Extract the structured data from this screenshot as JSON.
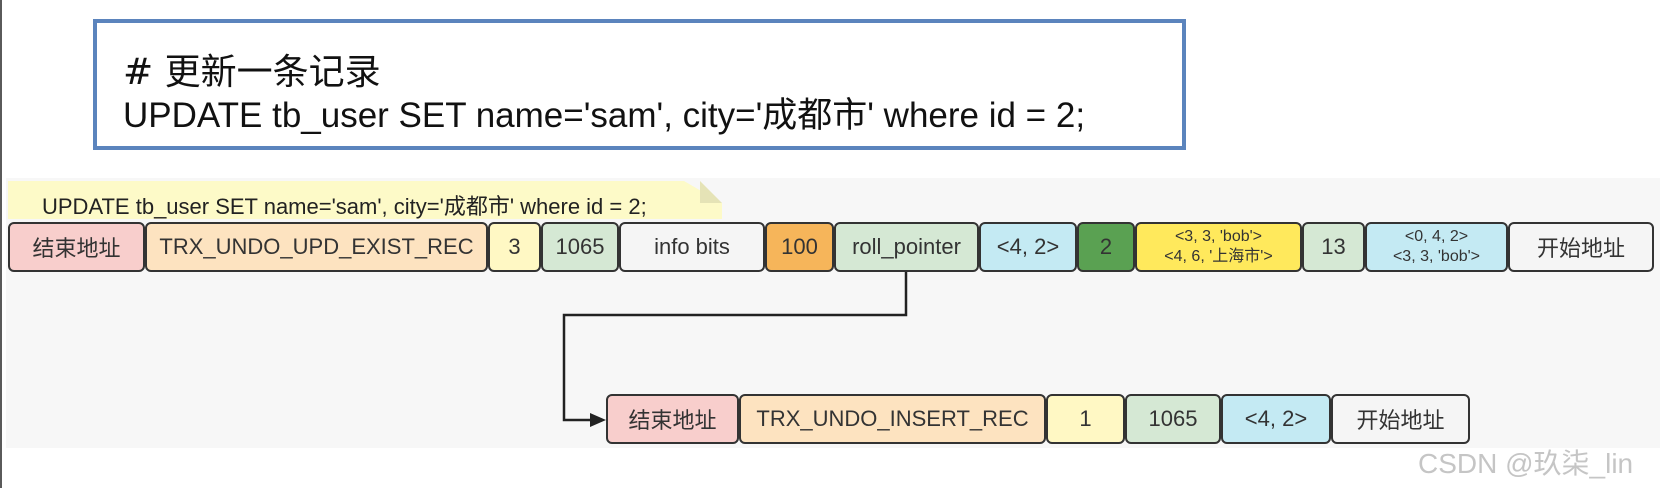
{
  "code_box": {
    "comment": "# 更新一条记录",
    "statement": "UPDATE tb_user SET name='sam', city='成都市' where id = 2;"
  },
  "note": {
    "text": "UPDATE tb_user SET name='sam', city='成都市' where id = 2;"
  },
  "update_record": {
    "cells": [
      {
        "lines": [
          "结束地址"
        ]
      },
      {
        "lines": [
          "TRX_UNDO_UPD_EXIST_REC"
        ]
      },
      {
        "lines": [
          "3"
        ]
      },
      {
        "lines": [
          "1065"
        ]
      },
      {
        "lines": [
          "info bits"
        ]
      },
      {
        "lines": [
          "100"
        ]
      },
      {
        "lines": [
          "roll_pointer"
        ]
      },
      {
        "lines": [
          "<4, 2>"
        ]
      },
      {
        "lines": [
          "2"
        ]
      },
      {
        "lines": [
          "<3, 3, 'bob'>",
          "<4, 6, '上海市'>"
        ]
      },
      {
        "lines": [
          "13"
        ]
      },
      {
        "lines": [
          "<0, 4, 2>",
          "<3, 3, 'bob'>"
        ]
      },
      {
        "lines": [
          "开始地址"
        ]
      }
    ]
  },
  "insert_record": {
    "cells": [
      {
        "lines": [
          "结束地址"
        ]
      },
      {
        "lines": [
          "TRX_UNDO_INSERT_REC"
        ]
      },
      {
        "lines": [
          "1"
        ]
      },
      {
        "lines": [
          "1065"
        ]
      },
      {
        "lines": [
          "<4, 2>"
        ]
      },
      {
        "lines": [
          "开始地址"
        ]
      }
    ]
  },
  "colors": {
    "pink": "#f8cecc",
    "peach": "#fde3c0",
    "yellow_light": "#fff8c4",
    "green_light": "#d5e8d4",
    "gray": "#f5f5f5",
    "orange": "#f6b55a",
    "blue_light": "#c4eaf3",
    "green_dark": "#5aa152",
    "yellow": "#ffe95c",
    "code_border": "#5b84bd"
  },
  "watermark": "CSDN @玖柒_lin"
}
